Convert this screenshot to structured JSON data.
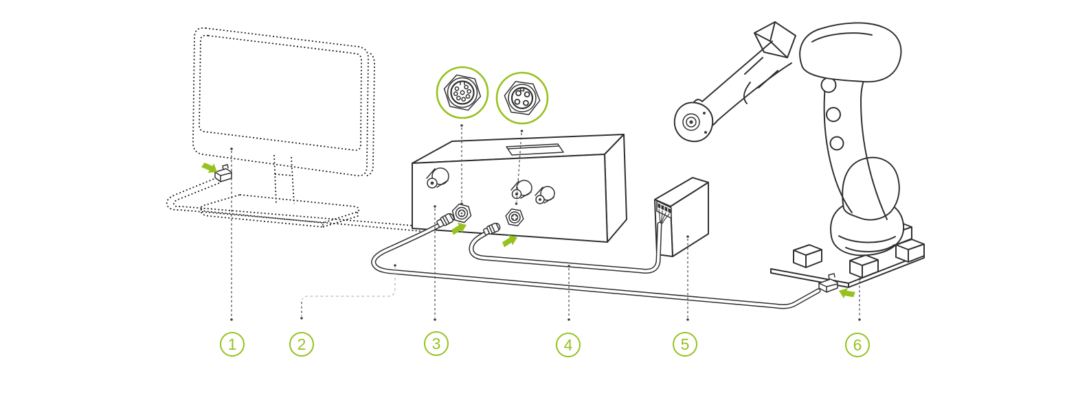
{
  "diagram": {
    "background": "#FFFFFF",
    "colors": {
      "accent_green": "#96C11E",
      "line": "#2F2F2F",
      "leader": "#4D4D4D",
      "leader_light": "#BBBBBB"
    },
    "callouts": [
      {
        "number": "1"
      },
      {
        "number": "2"
      },
      {
        "number": "3"
      },
      {
        "number": "4"
      },
      {
        "number": "5"
      },
      {
        "number": "6"
      }
    ]
  }
}
